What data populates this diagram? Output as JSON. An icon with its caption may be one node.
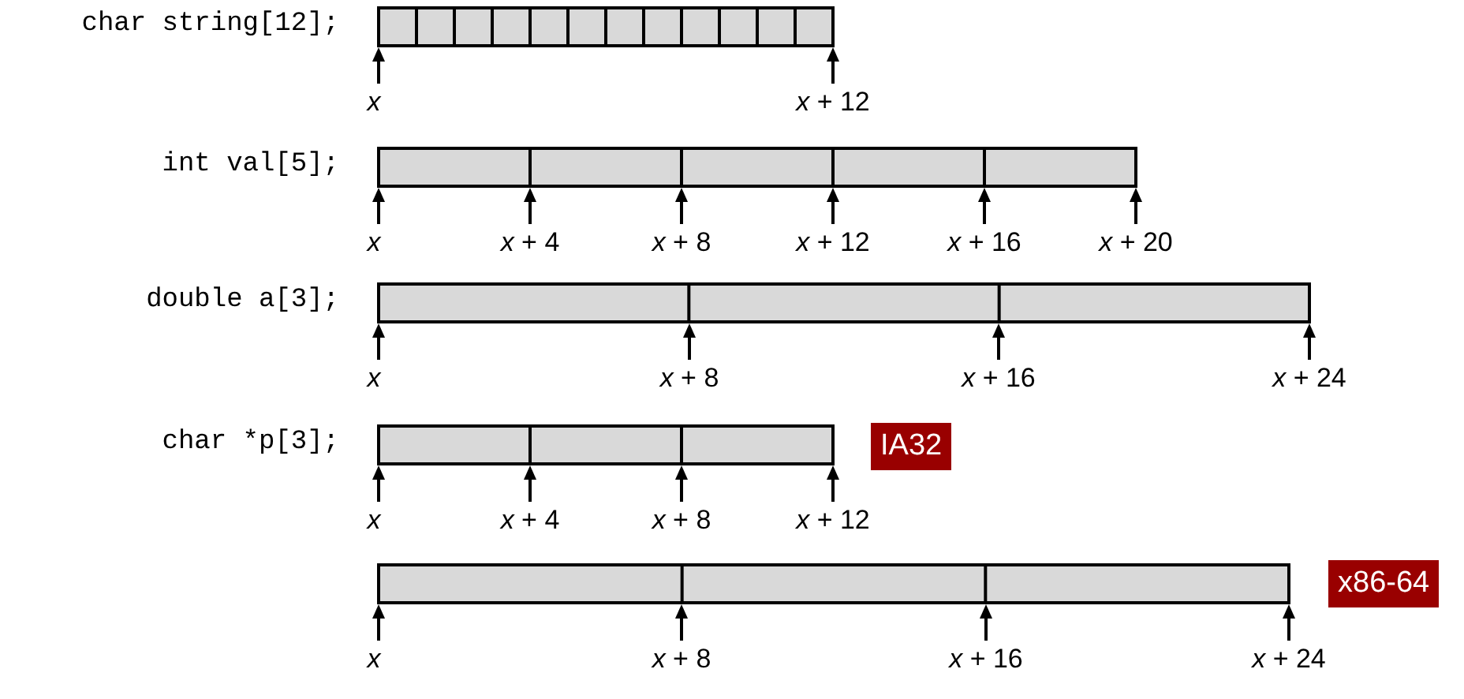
{
  "diagram": {
    "nodes": [
      {
        "text": [
          "IA32"
        ]
      },
      {
        "text": [
          "x86-64"
        ]
      }
    ],
    "labels": [
      "char string[12];",
      "x",
      "*x* + 12",
      "int val[5];",
      "x",
      "*x* + 4",
      "*x* + 8",
      "*x* + 12",
      "*x* + 16",
      "*x* + 20",
      "double a[3];",
      "x",
      "*x* + 8",
      "*x* + 16",
      "*x* + 24",
      "char *p[3];",
      "x",
      "*x* + 4",
      "*x* + 8",
      "*x* + 12",
      "x",
      "*x* + 8",
      "*x* + 16",
      "*x* + 24"
    ]
  }
}
